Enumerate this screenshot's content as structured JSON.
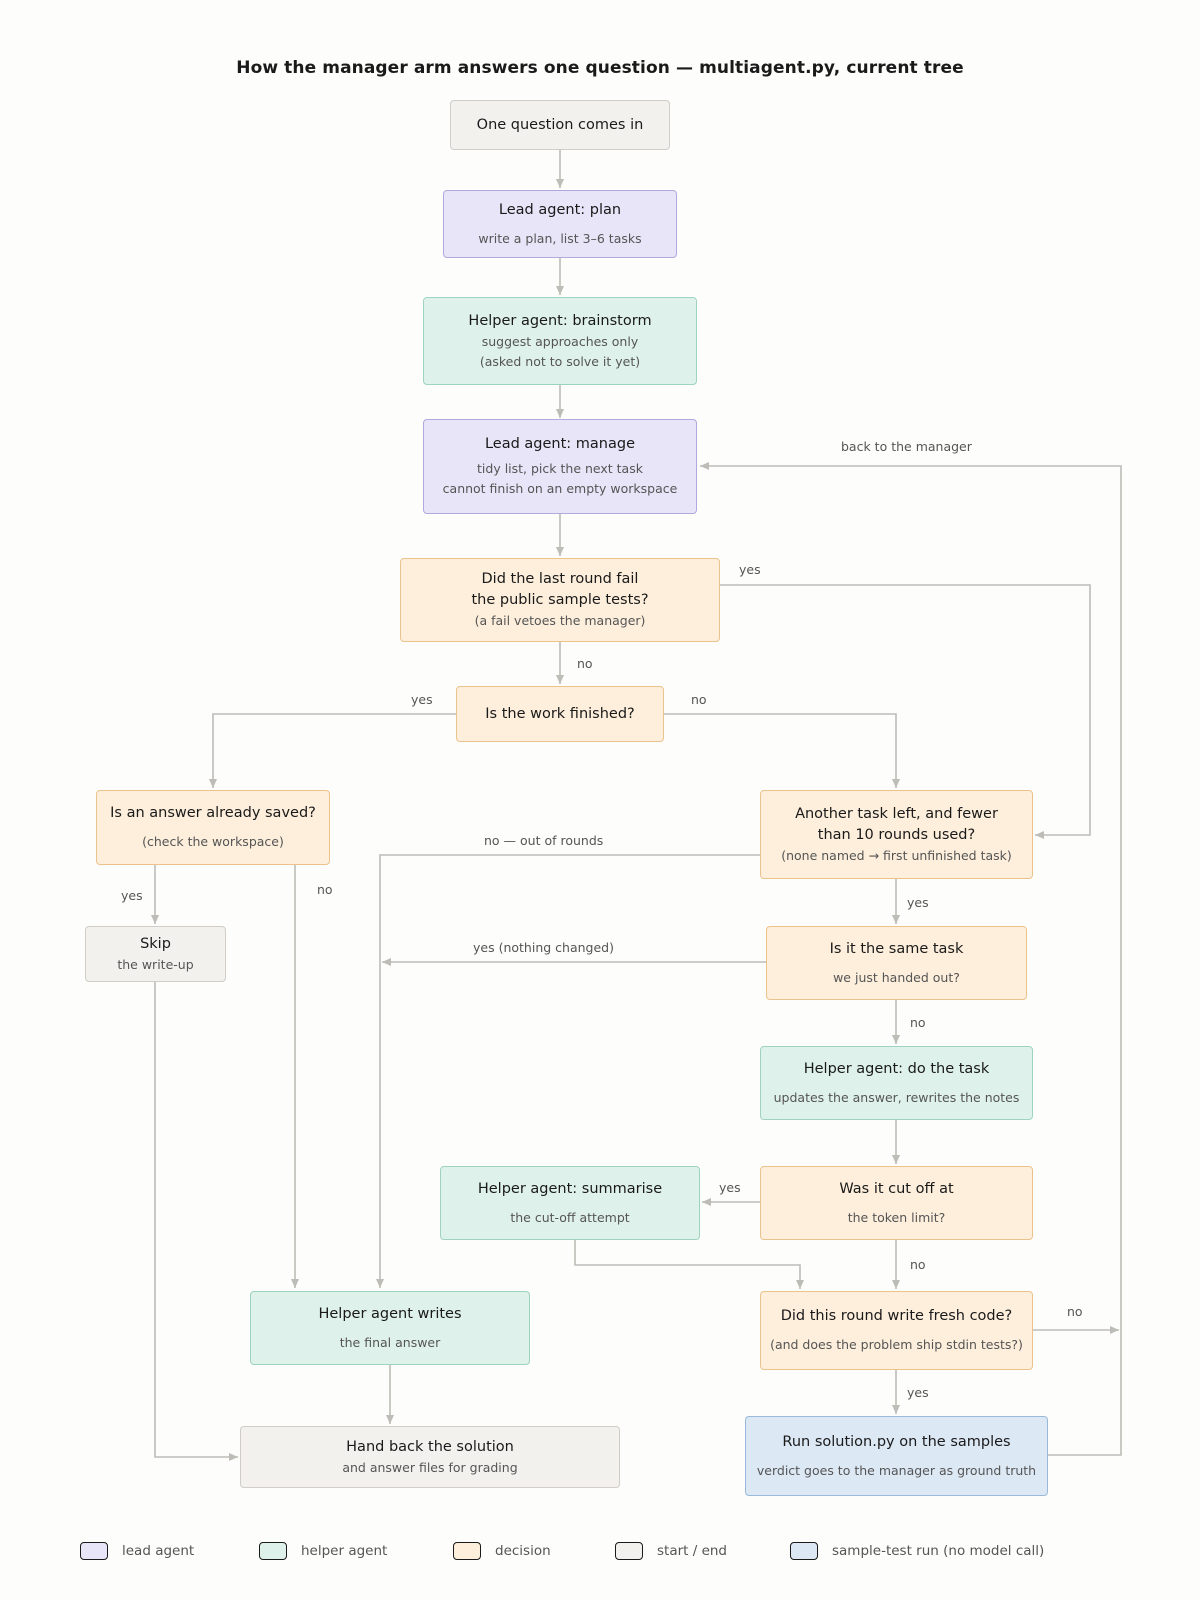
{
  "title": "How the manager arm answers one question — multiagent.py, current tree",
  "nodes": {
    "start": {
      "title": "One question comes in"
    },
    "plan": {
      "title": "Lead agent: plan",
      "sub": "write a plan, list 3–6 tasks"
    },
    "brainstorm": {
      "title": "Helper agent: brainstorm",
      "sub": "suggest approaches only\n(asked not to solve it yet)"
    },
    "manage": {
      "title": "Lead agent: manage",
      "sub": "tidy list, pick the next task\ncannot finish on an empty workspace"
    },
    "fail_check": {
      "title": "Did the last round fail\nthe public sample tests?",
      "sub": "(a fail vetoes the manager)"
    },
    "finished": {
      "title": "Is the work finished?"
    },
    "answer_saved": {
      "title": "Is an answer already saved?",
      "sub": "(check the workspace)"
    },
    "another_task": {
      "title": "Another task left, and fewer\nthan 10 rounds used?",
      "sub": "(none named → first unfinished task)"
    },
    "skip": {
      "title": "Skip",
      "sub": "the write-up"
    },
    "same_task": {
      "title": "Is it the same task",
      "sub": "we just handed out?"
    },
    "do_task": {
      "title": "Helper agent: do the task",
      "sub": "updates the answer, rewrites the notes"
    },
    "summarise": {
      "title": "Helper agent: summarise",
      "sub": "the cut-off attempt"
    },
    "cut_off": {
      "title": "Was it cut off at",
      "sub": "the token limit?"
    },
    "writes": {
      "title": "Helper agent writes",
      "sub": "the final answer"
    },
    "fresh_code": {
      "title": "Did this round write fresh code?",
      "sub": "(and does the problem ship stdin tests?)"
    },
    "hand_back": {
      "title": "Hand back the solution",
      "sub": "and answer files for grading"
    },
    "run_samples": {
      "title": "Run solution.py on the samples",
      "sub": "verdict goes to the manager as ground truth"
    }
  },
  "edge_labels": {
    "back_to_manager": "back to the manager",
    "fail_yes": "yes",
    "fail_no": "no",
    "finished_yes": "yes",
    "finished_no": "no",
    "saved_yes": "yes",
    "saved_no": "no",
    "out_of_rounds": "no — out of rounds",
    "another_yes": "yes",
    "nothing_changed": "yes (nothing changed)",
    "same_no": "no",
    "cut_yes": "yes",
    "cut_no": "no",
    "fresh_no": "no",
    "fresh_yes": "yes"
  },
  "legend": [
    {
      "label": "lead agent",
      "kind": "lead"
    },
    {
      "label": "helper agent",
      "kind": "help"
    },
    {
      "label": "decision",
      "kind": "dec"
    },
    {
      "label": "start / end",
      "kind": "term"
    },
    {
      "label": "sample-test run (no model call)",
      "kind": "run"
    }
  ],
  "colors": {
    "lead_fill": "#e8e5f8",
    "lead_border": "#b2a8dd",
    "helper_fill": "#dff1eb",
    "helper_border": "#9fd3c1",
    "decision_fill": "#fdefdc",
    "decision_border": "#ebc28b",
    "terminal_fill": "#f2f1ee",
    "terminal_border": "#cfcdc6",
    "run_fill": "#dde8f5",
    "run_border": "#9ab9da",
    "edge": "#bdbcb6"
  }
}
